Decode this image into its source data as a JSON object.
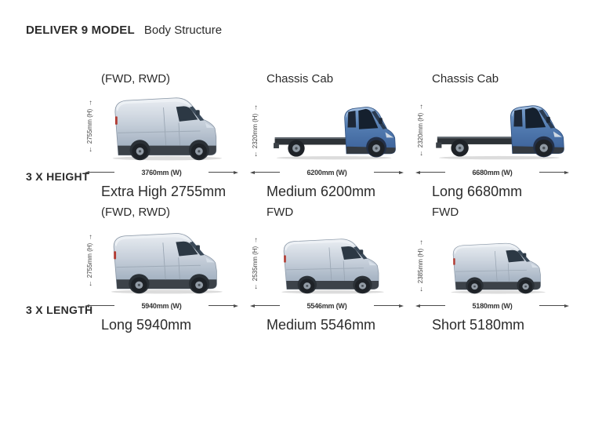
{
  "page": {
    "title_model": "DELIVER 9 MODEL",
    "title_subtitle": "Body Structure"
  },
  "rows": [
    {
      "label": "3 X HEIGHT",
      "figures": [
        {
          "variant": "(FWD, RWD)",
          "height_dim": "2755mm (H)",
          "width_dim": "3760mm (W)",
          "caption": "Extra High 2755mm",
          "vehicle": "panel-van-extra-high"
        },
        {
          "variant": "Chassis Cab",
          "height_dim": "2320mm (H)",
          "width_dim": "6200mm (W)",
          "caption": "Medium 6200mm",
          "vehicle": "chassis-cab"
        },
        {
          "variant": "Chassis Cab",
          "height_dim": "2320mm (H)",
          "width_dim": "6680mm (W)",
          "caption": "Long 6680mm",
          "vehicle": "chassis-cab"
        }
      ]
    },
    {
      "label": "3 X LENGTH",
      "figures": [
        {
          "variant": "(FWD, RWD)",
          "height_dim": "2755mm (H)",
          "width_dim": "5940mm (W)",
          "caption": "Long 5940mm",
          "vehicle": "panel-van-high"
        },
        {
          "variant": "FWD",
          "height_dim": "2535mm (H)",
          "width_dim": "5546mm (W)",
          "caption": "Medium 5546mm",
          "vehicle": "panel-van-medium"
        },
        {
          "variant": "FWD",
          "height_dim": "2385mm (H)",
          "width_dim": "5180mm (W)",
          "caption": "Short 5180mm",
          "vehicle": "panel-van-short"
        }
      ]
    }
  ],
  "colors": {
    "text": "#2b2b2b",
    "dimension_text": "#3f3f3f",
    "van_body_silver": "#c6cfda",
    "chassis_cab_blue": "#4a74ae",
    "skirt_dark": "#3c4249"
  }
}
